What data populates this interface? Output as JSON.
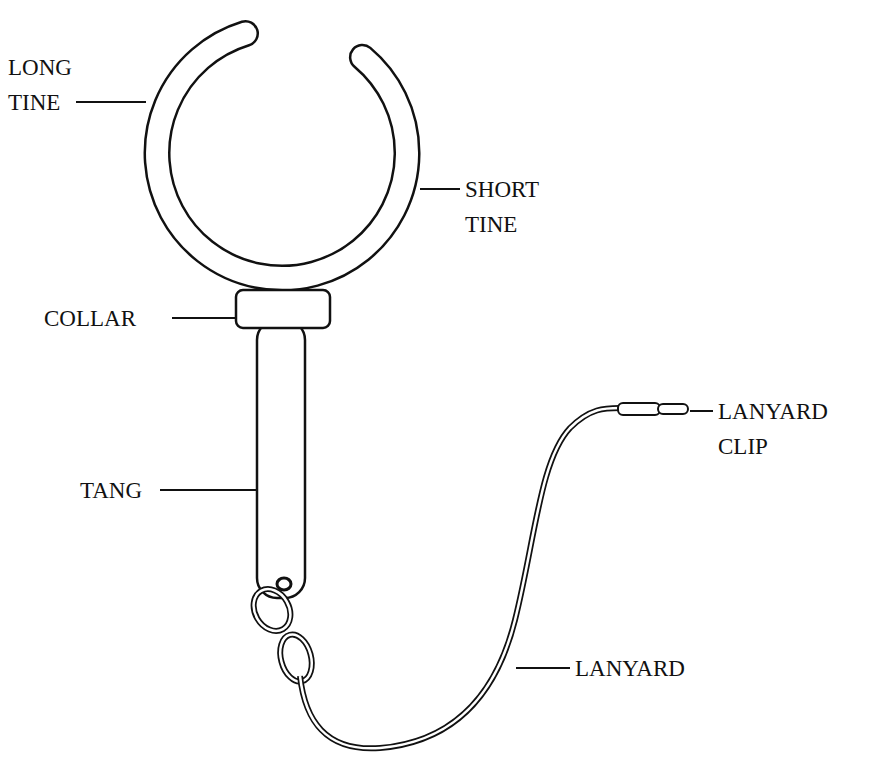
{
  "diagram": {
    "labels": [
      "LONG TINE",
      "SHORT TINE",
      "COLLAR",
      "TANG",
      "LANYARD CLIP",
      "LANYARD"
    ]
  }
}
